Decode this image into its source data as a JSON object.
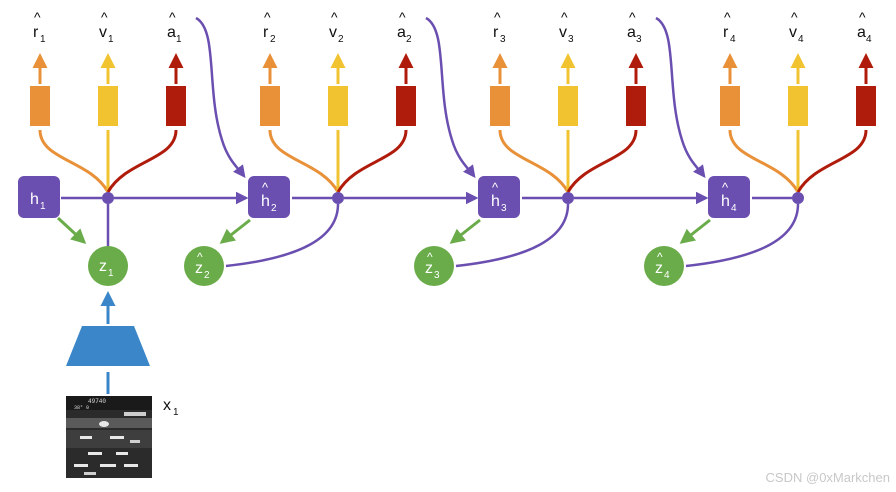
{
  "colors": {
    "purple": "#6a4fb0",
    "green": "#6aab4a",
    "blue": "#3a86c8",
    "orange": "#e89139",
    "yellow": "#f2c330",
    "red": "#b01c0c"
  },
  "input": {
    "label": "x",
    "sub": "1",
    "screen_score": "49740",
    "screen_info": "38°   0"
  },
  "steps": [
    {
      "h": "h",
      "h_sub": "1",
      "hat": false,
      "z": "z",
      "z_sub": "1",
      "r": "r",
      "r_sub": "1",
      "v": "v",
      "v_sub": "1",
      "a": "a",
      "a_sub": "1"
    },
    {
      "h": "h",
      "h_sub": "2",
      "hat": true,
      "z": "z",
      "z_sub": "2",
      "r": "r",
      "r_sub": "2",
      "v": "v",
      "v_sub": "2",
      "a": "a",
      "a_sub": "2"
    },
    {
      "h": "h",
      "h_sub": "3",
      "hat": true,
      "z": "z",
      "z_sub": "3",
      "r": "r",
      "r_sub": "3",
      "v": "v",
      "v_sub": "3",
      "a": "a",
      "a_sub": "3"
    },
    {
      "h": "h",
      "h_sub": "4",
      "hat": true,
      "z": "z",
      "z_sub": "4",
      "r": "r",
      "r_sub": "4",
      "v": "v",
      "v_sub": "4",
      "a": "a",
      "a_sub": "4"
    }
  ],
  "watermark": "CSDN @0xMarkchen"
}
